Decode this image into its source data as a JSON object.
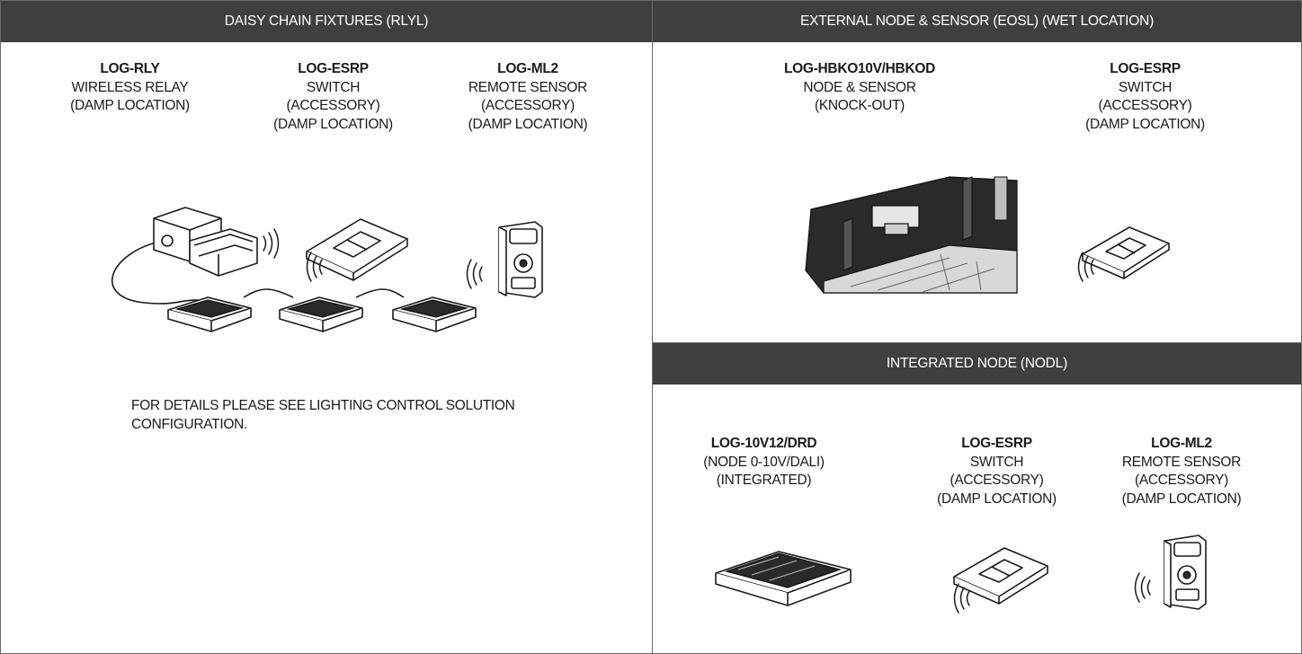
{
  "left_panel": {
    "header": "DAISY CHAIN FIXTURES (RLYL)",
    "products": [
      {
        "part": "LOG-RLY",
        "lines": [
          "WIRELESS RELAY",
          "(DAMP LOCATION)"
        ]
      },
      {
        "part": "LOG-ESRP",
        "lines": [
          "SWITCH",
          "(ACCESSORY)",
          "(DAMP LOCATION)"
        ]
      },
      {
        "part": "LOG-ML2",
        "lines": [
          "REMOTE SENSOR",
          "(ACCESSORY)",
          "(DAMP LOCATION)"
        ]
      }
    ],
    "note": "FOR DETAILS PLEASE SEE LIGHTING CONTROL SOLUTION CONFIGURATION."
  },
  "right_top_panel": {
    "header": "EXTERNAL NODE & SENSOR (EOSL) (WET LOCATION)",
    "products": [
      {
        "part": "LOG-HBKO10V/HBKOD",
        "lines": [
          "NODE & SENSOR",
          "(KNOCK-OUT)"
        ]
      },
      {
        "part": "LOG-ESRP",
        "lines": [
          "SWITCH",
          "(ACCESSORY)",
          "(DAMP LOCATION)"
        ]
      }
    ]
  },
  "right_bottom_panel": {
    "header": "INTEGRATED NODE (NODL)",
    "products": [
      {
        "part": "LOG-10V12/DRD",
        "lines": [
          "(NODE 0-10V/DALI)",
          "(INTEGRATED)"
        ]
      },
      {
        "part": "LOG-ESRP",
        "lines": [
          "SWITCH",
          "(ACCESSORY)",
          "(DAMP LOCATION)"
        ]
      },
      {
        "part": "LOG-ML2",
        "lines": [
          "REMOTE SENSOR",
          "(ACCESSORY)",
          "(DAMP LOCATION)"
        ]
      }
    ]
  },
  "icons": [
    "relay-box-icon",
    "switch-icon",
    "remote-sensor-icon",
    "fixture-icon",
    "wireless-signal-icon",
    "node-sensor-fixture-icon"
  ]
}
